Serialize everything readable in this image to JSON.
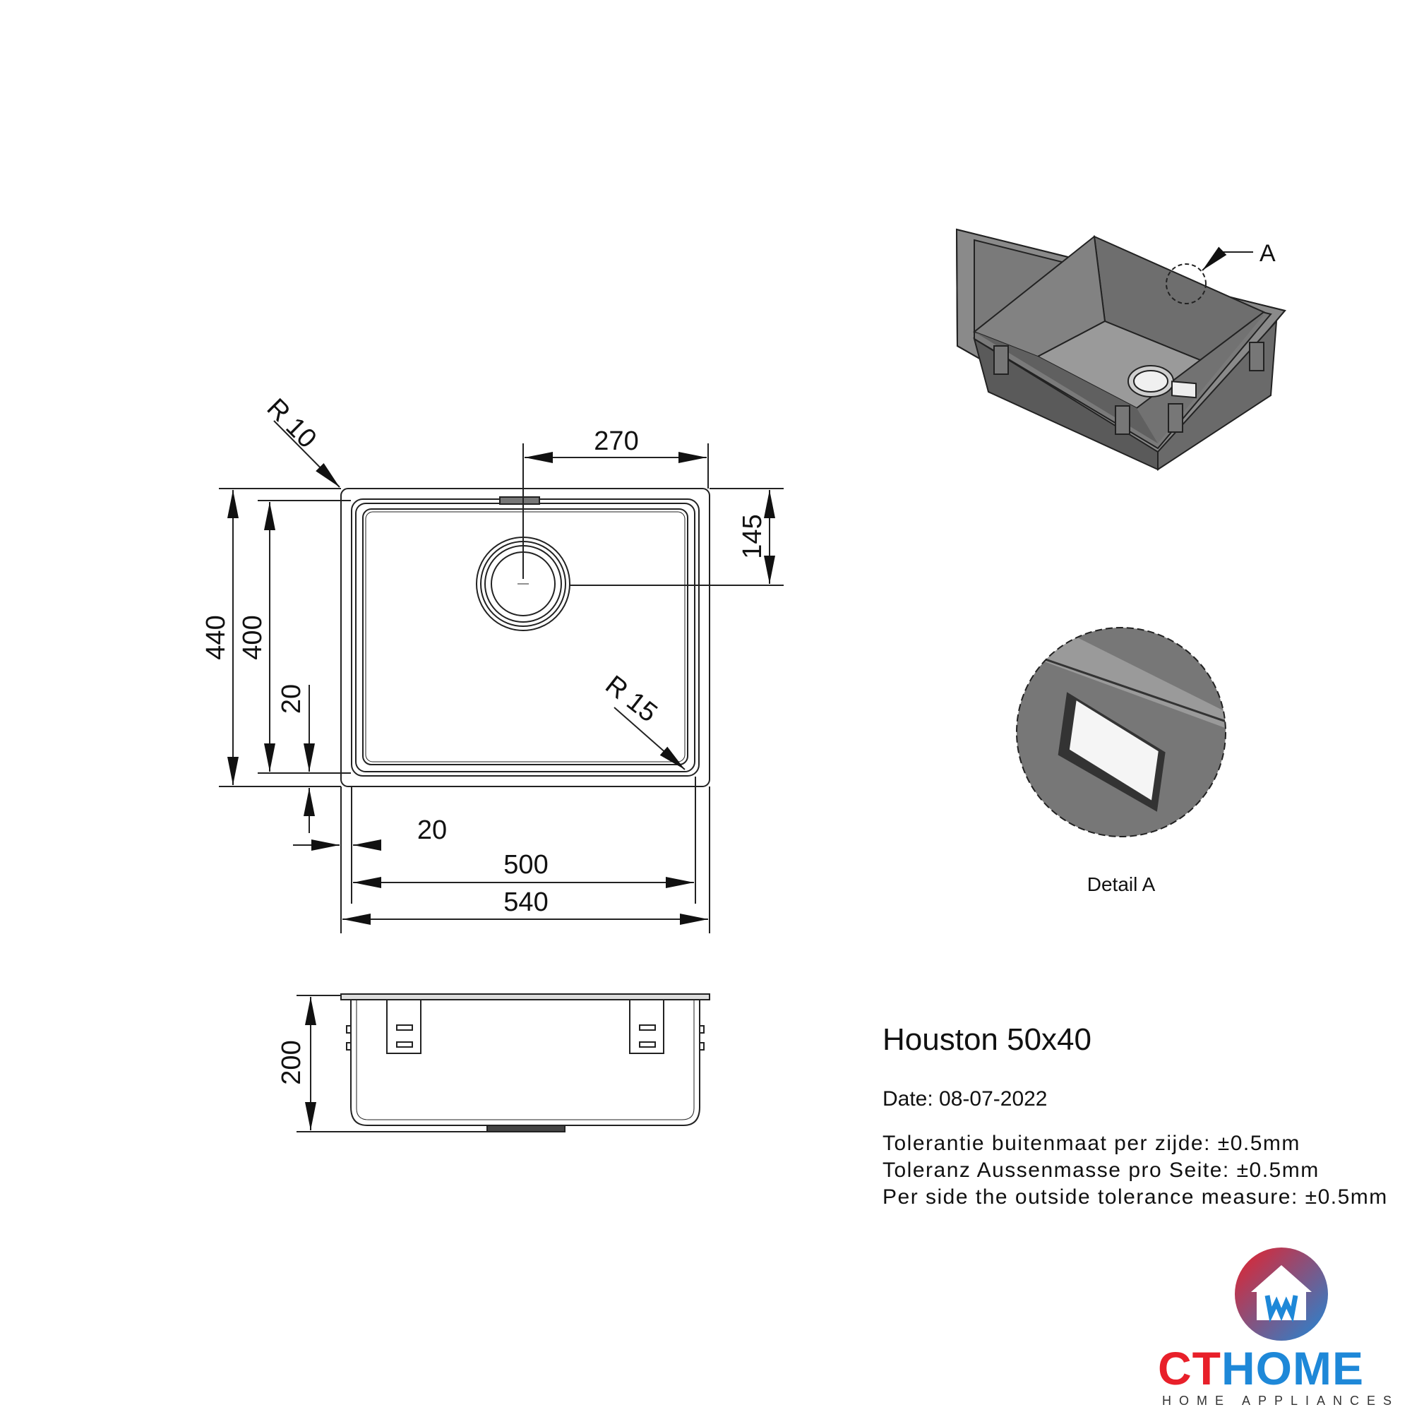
{
  "dimensions": {
    "r10": "R 10",
    "d270": "270",
    "d145": "145",
    "d440": "440",
    "d400": "400",
    "d20_left": "20",
    "r15": "R 15",
    "d20_bottom": "20",
    "d500": "500",
    "d540": "540",
    "d200": "200"
  },
  "detail_marker": "A",
  "detail_caption": "Detail A",
  "info": {
    "title": "Houston 50x40",
    "date": "Date: 08-07-2022",
    "tolerance_nl": "Tolerantie buitenmaat per zijde: ±0.5mm",
    "tolerance_de": "Toleranz Aussenmasse pro Seite: ±0.5mm",
    "tolerance_en": "Per side the outside tolerance measure: ±0.5mm"
  },
  "logo": {
    "ct": "CT",
    "home": "HOME",
    "subtitle": "HOME APPLIANCES",
    "colors": {
      "ct": "#e8202a",
      "home": "#1e88d8",
      "red": "#e8202a",
      "blue": "#1e88d8"
    }
  },
  "icons": [
    "sink-top-view",
    "sink-side-view",
    "sink-3d-view",
    "detail-a-overflow-view",
    "cthome-house-logo-icon"
  ]
}
